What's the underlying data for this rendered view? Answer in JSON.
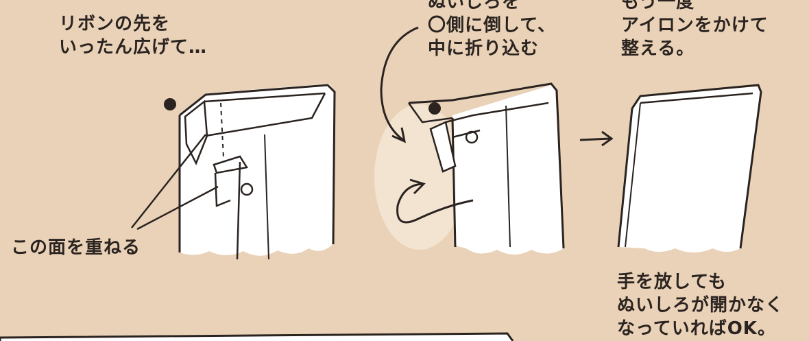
{
  "step1": {
    "caption_lines": [
      "リボンの先を",
      "いったん広げて…"
    ],
    "label": "この面を重ねる"
  },
  "step2": {
    "caption_lines": [
      "ぬいしろを",
      "〇側に倒して、",
      "中に折り込む"
    ]
  },
  "step3": {
    "caption_lines": [
      "もう一度",
      "アイロンをかけて",
      "整える。"
    ],
    "note_lines": [
      "手を放しても",
      "ぬいしろが開かなく",
      "なっていればOK。"
    ]
  },
  "colors": {
    "background": "#e9d2b7",
    "ink": "#2a2320",
    "paper": "#ffffff",
    "shade": "#f3e4d2"
  },
  "icons": [
    "dot-marker",
    "curved-arrow",
    "right-arrow"
  ]
}
